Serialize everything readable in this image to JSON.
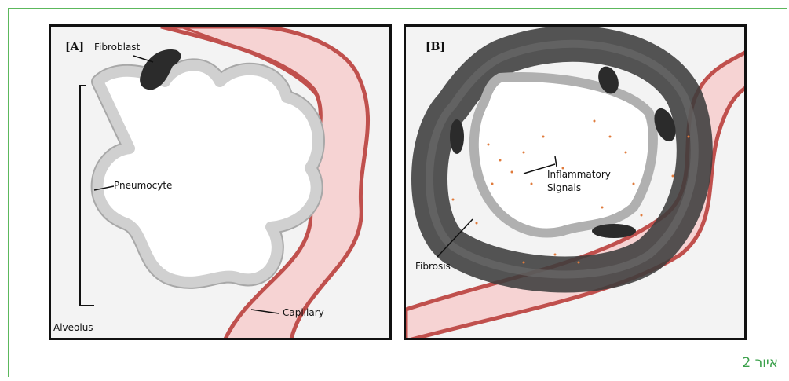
{
  "figure": {
    "caption": "איור 2",
    "colors": {
      "frame": "#5cb85c",
      "caption": "#3aa04a",
      "capillary_wall": "#c0504d",
      "capillary_fill": "#f6d3d3",
      "pneumocyte": "#d0d0d0",
      "fibroblast": "#2b2b2b",
      "fibrosis": "#3c3c3c",
      "inflammatory_dots": "#e07b3c"
    },
    "panel_a": {
      "label": "[A]",
      "fibroblast": "Fibroblast",
      "pneumocyte": "Pneumocyte",
      "capillary": "Capillary",
      "alveolus": "Alveolus"
    },
    "panel_b": {
      "label": "[B]",
      "inflammatory_line1": "Inflammatory",
      "inflammatory_line2": "Signals",
      "fibrosis": "Fibrosis"
    }
  }
}
